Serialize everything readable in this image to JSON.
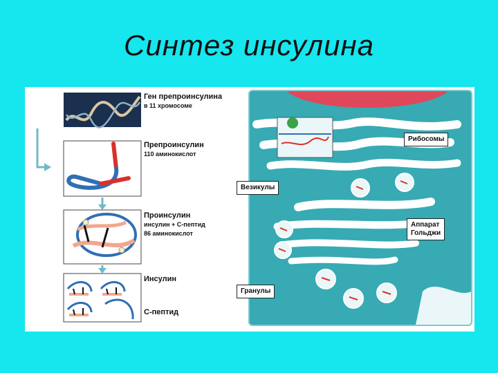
{
  "title": "Синтез инсулина",
  "stages": {
    "gene": {
      "label": "Ген препроинсулина",
      "sub": "в 11 хромосоме"
    },
    "preproinsulin": {
      "label": "Препроинсулин",
      "sub": "110 аминокислот"
    },
    "proinsulin": {
      "label": "Проинсулин",
      "sub1": "инсулин + С-пептид",
      "sub2": "86 аминокислот"
    },
    "insulin": {
      "label": "Инсулин"
    },
    "cpeptide": {
      "label": "С-пептид"
    }
  },
  "callouts": {
    "ribosomes": "Рибосомы",
    "vesicles": "Везикулы",
    "golgi_line1": "Аппарат",
    "golgi_line2": "Гольджи",
    "granules": "Гранулы"
  },
  "colors": {
    "background": "#16e6ee",
    "cell": "#37aab4",
    "membrane": "#ffffff",
    "nucleus": "#e0475a",
    "chain_red": "#d9302c",
    "chain_blue": "#2f6fb5",
    "c_peptide": "#f1a78d",
    "arrow": "#6fb9c7"
  }
}
